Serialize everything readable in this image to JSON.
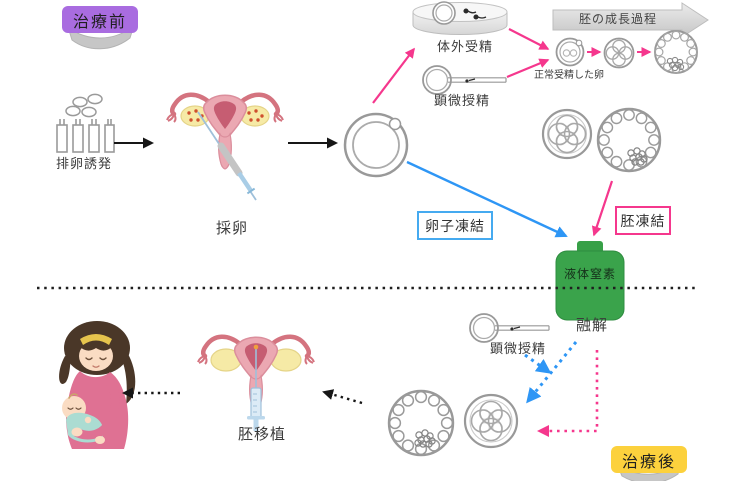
{
  "badges": {
    "before_treatment": "治療前",
    "after_treatment": "治療後"
  },
  "steps": {
    "ovulation_induction": "排卵誘発",
    "egg_retrieval": "採卵",
    "ivf": "体外受精",
    "icsi": "顕微授精",
    "normally_fertilized_egg": "正常受精した卵",
    "embryo_growth_process": "胚の成長過程",
    "egg_freezing": "卵子凍結",
    "embryo_freezing": "胚凍結",
    "liquid_nitrogen": "液体窒素",
    "thawing": "融解",
    "icsi_after": "顕微授精",
    "embryo_transfer": "胚移植"
  },
  "colors": {
    "pink_flow": "#f5378d",
    "blue_flow": "#2e96f5",
    "tank_green": "#3aa34b",
    "badge_purple": "#a96ce0",
    "badge_yellow": "#fcd13d",
    "illustration_gray": "#9a9a9a"
  },
  "icons": {
    "names": [
      "vial-icon",
      "egg-cluster-icon",
      "uterus-icon",
      "oocyte-icon",
      "petri-dish-icon",
      "sperm-icon",
      "icsi-needle-icon",
      "fertilized-egg-icon",
      "four-cell-embryo-icon",
      "blastocyst-icon",
      "growth-arrow-banner",
      "nitrogen-tank-icon",
      "syringe-icon",
      "mother-baby-icon",
      "ribbon-icon"
    ]
  }
}
